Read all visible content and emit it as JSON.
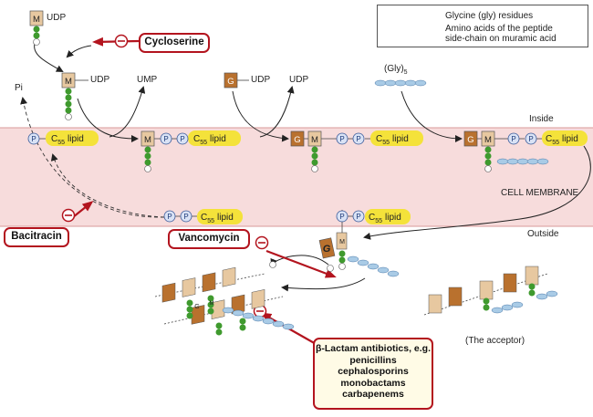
{
  "legend": {
    "glycine": "Glycine (gly) residues",
    "amino_line1": "Amino acids of the peptide",
    "amino_line2": "side-chain on muramic acid"
  },
  "labels": {
    "inside": "Inside",
    "outside": "Outside",
    "membrane": "CELL MEMBRANE",
    "udp": "UDP",
    "ump": "UMP",
    "pi": "Pi",
    "gly5": "(Gly)",
    "gly5_sub": "5",
    "acceptor": "(The acceptor)",
    "lipid": "lipid",
    "c": "C",
    "c_sub": "55",
    "m": "M",
    "g": "G",
    "p": "P"
  },
  "drugs": {
    "cycloserine": "Cycloserine",
    "bacitracin": "Bacitracin",
    "vancomycin": "Vancomycin",
    "lactam_title": "β-Lactam antibiotics, e.g.",
    "lactam_items": [
      "penicillins",
      "cephalosporins",
      "monobactams",
      "carbapenems"
    ]
  },
  "colors": {
    "membrane": "#f7dcdc",
    "membrane_edge": "#d99a9a",
    "lipid": "#f4e23a",
    "muramic": "#e7c8a0",
    "glucosamine": "#b9712e",
    "amino_acid": "#3f9a2e",
    "glycine": "#a9cbe6",
    "phosphate": "#d9e2f5",
    "drug_border": "#b3141e"
  }
}
